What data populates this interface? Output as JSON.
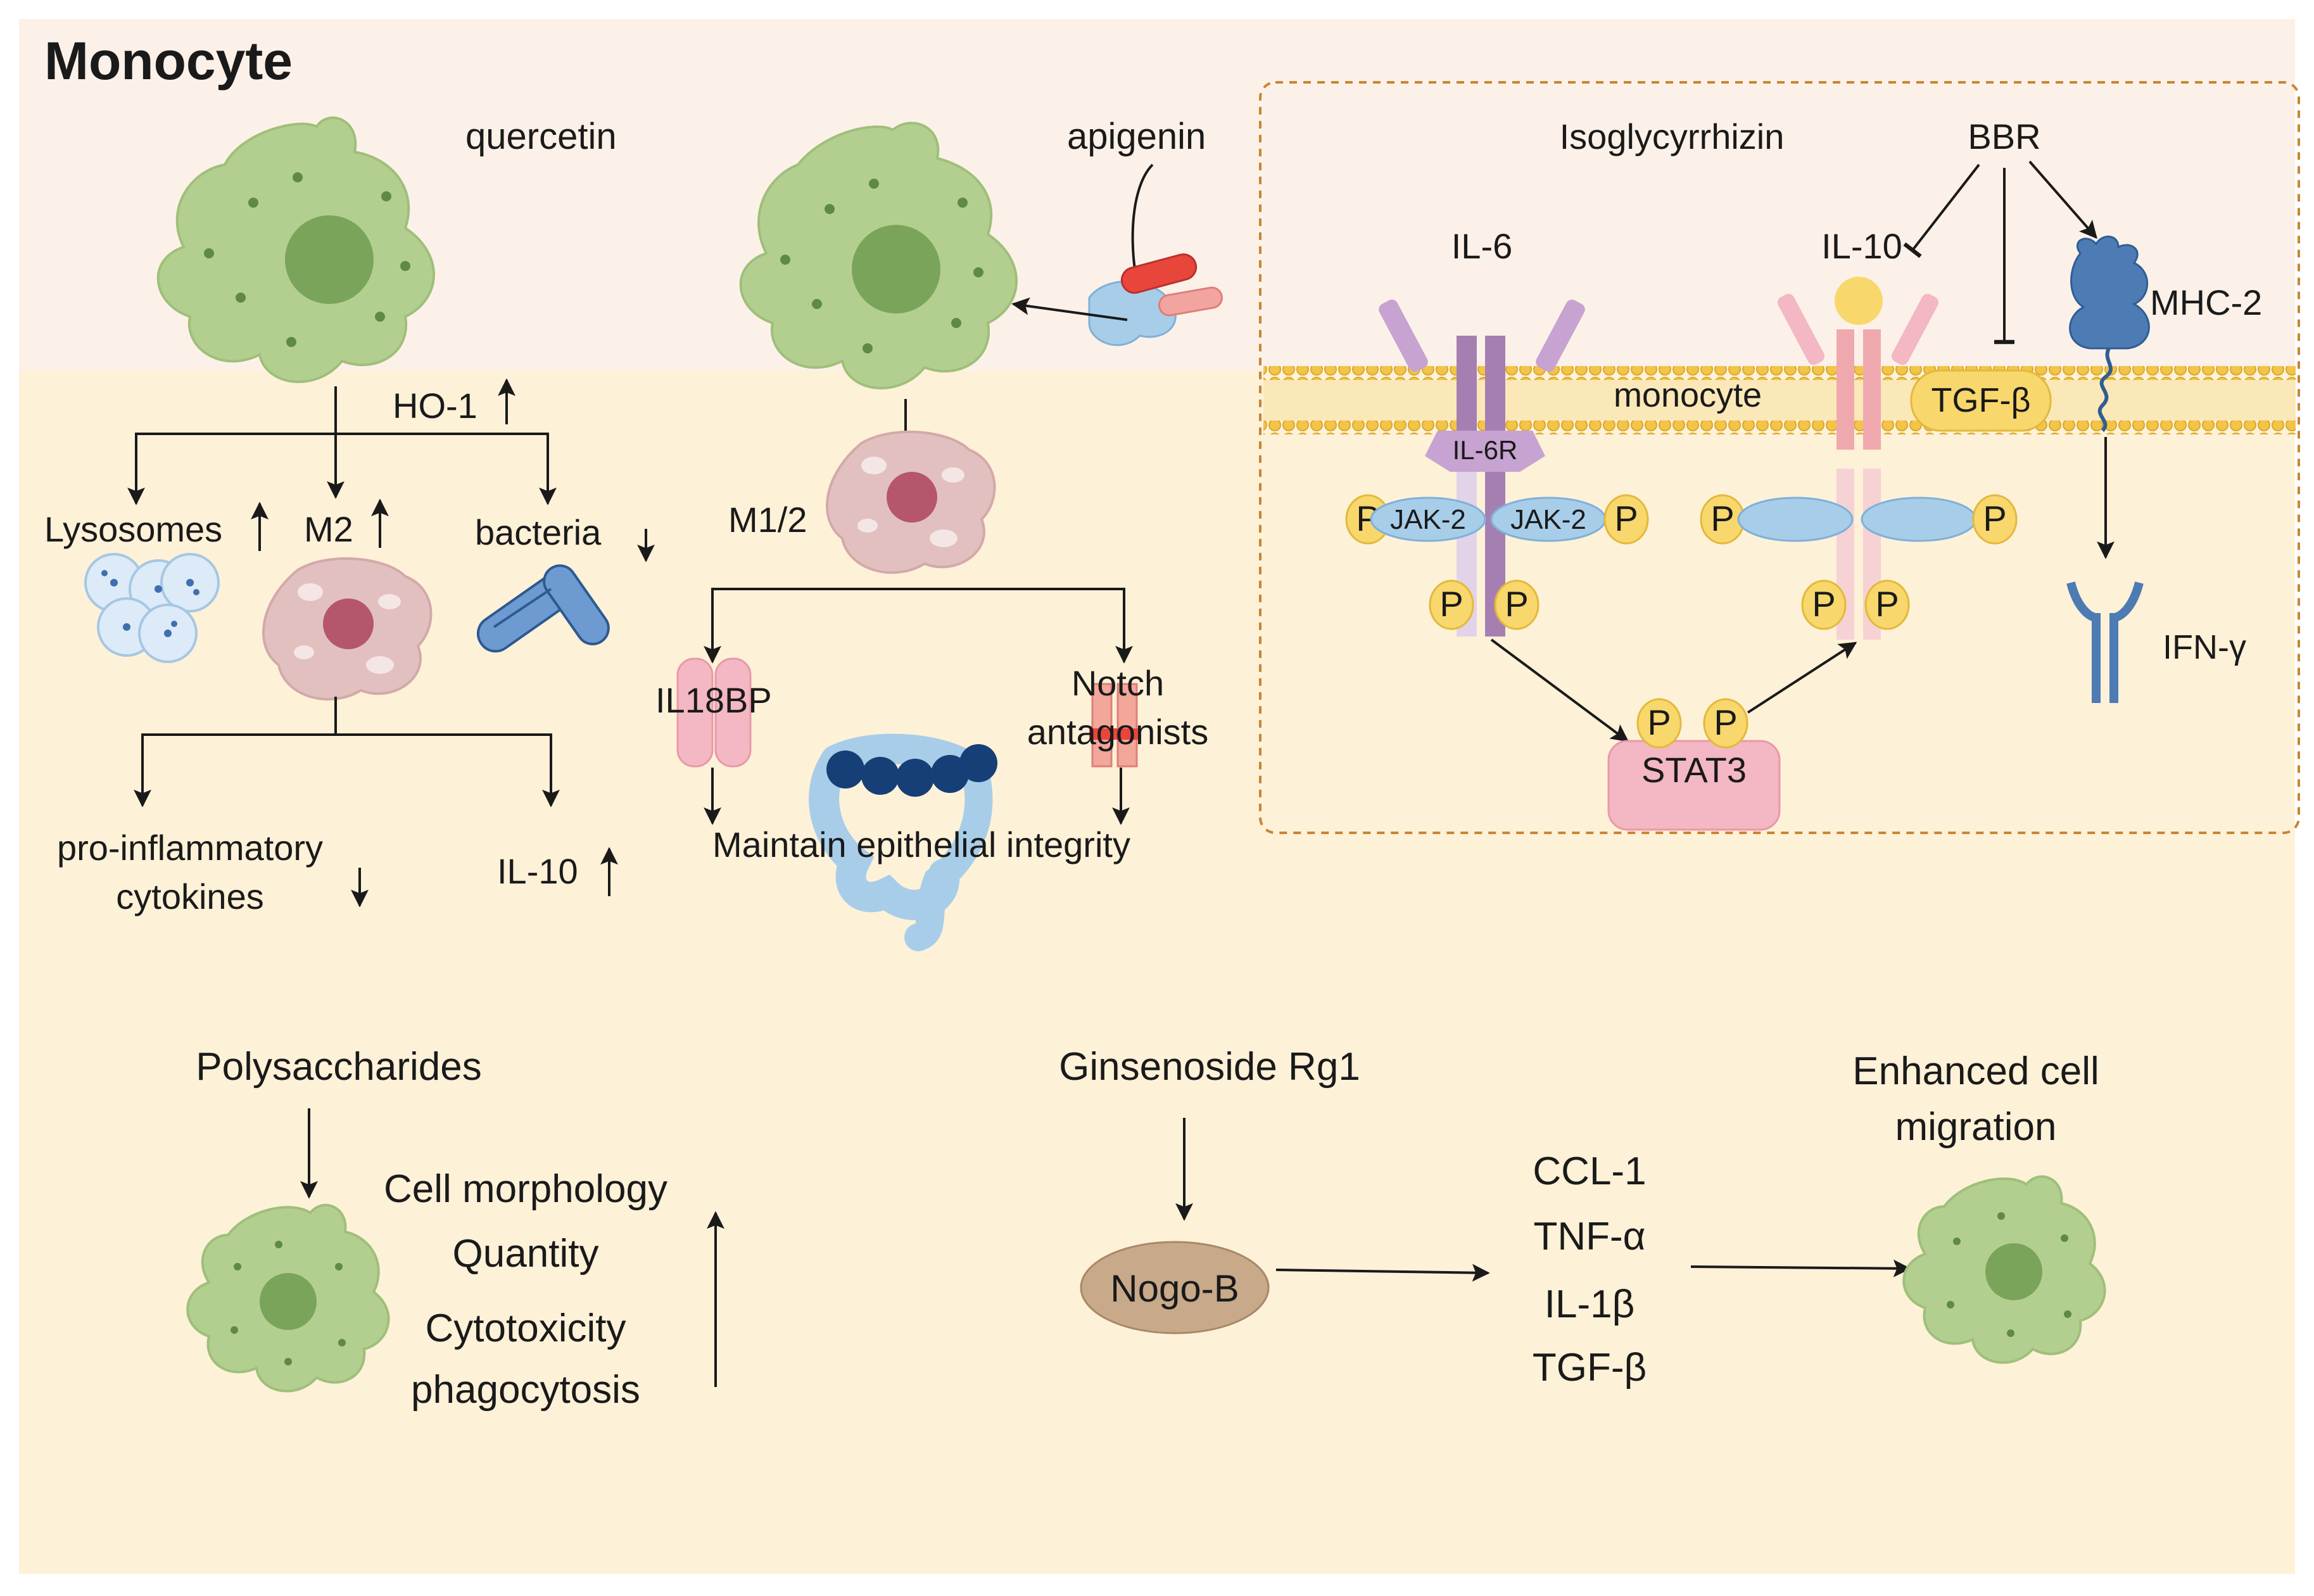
{
  "title": "Monocyte",
  "quercetin_panel": {
    "agent": "quercetin",
    "ho1": "HO-1",
    "lysosomes": "Lysosomes",
    "m2": "M2",
    "bacteria": "bacteria",
    "pro_inflammatory_line1": "pro-inflammatory",
    "pro_inflammatory_line2": "cytokines",
    "il10": "IL-10"
  },
  "apigenin_panel": {
    "agent": "apigenin",
    "m12": "M1/2",
    "il18bp": "IL18BP",
    "notch_line1": "Notch",
    "notch_line2": "antagonists",
    "maintain": "Maintain epithelial integrity"
  },
  "signaling_panel": {
    "isoglycyrrhizin": "Isoglycyrrhizin",
    "bbr": "BBR",
    "il6": "IL-6",
    "il10": "IL-10",
    "mhc2": "MHC-2",
    "monocyte": "monocyte",
    "tgfb": "TGF-β",
    "il6r": "IL-6R",
    "jak2_left": "JAK-2",
    "jak2_right": "JAK-2",
    "p": "P",
    "stat3": "STAT3",
    "ifng": "IFN-γ"
  },
  "polysaccharides_panel": {
    "agent": "Polysaccharides",
    "items": [
      "Cell morphology",
      "Quantity",
      "Cytotoxicity",
      "phagocytosis"
    ]
  },
  "ginsenoside_panel": {
    "agent": "Ginsenoside Rg1",
    "nogo": "Nogo-B",
    "cytokines": [
      "CCL-1",
      "TNF-α",
      "IL-1β",
      "TGF-β"
    ],
    "result_line1": "Enhanced cell",
    "result_line2": "migration"
  },
  "colors": {
    "top_band": "#fcf1e8",
    "panel_bg": "#fdf1d8",
    "macrophage": "#b3cf8f",
    "nucleus": "#7aa45a",
    "m2_cell": "#e2c0c0",
    "lipid": "#f3c447",
    "jak_blue": "#a8cde9",
    "il6_purple": "#a57fb2",
    "il10_pink": "#efa8ad",
    "stat3_pink": "#f4b7c4",
    "tgfb_yellow": "#f8d76c",
    "mhc_blue": "#4d7bb3",
    "nogo_brown": "#c8a98a"
  }
}
